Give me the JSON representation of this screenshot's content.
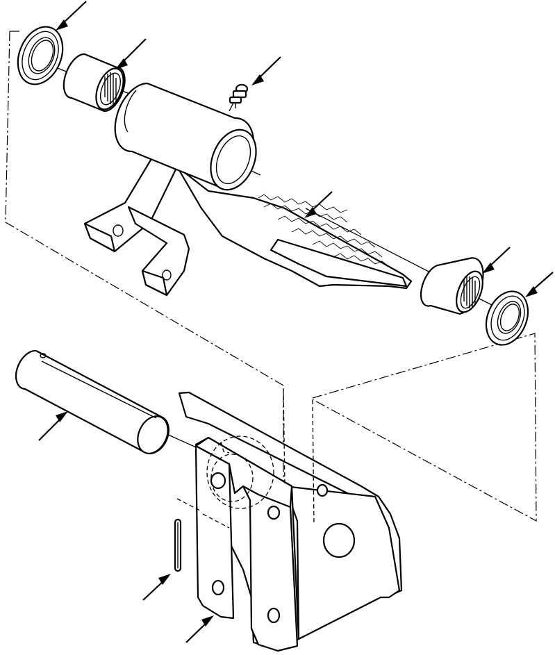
{
  "diagram": {
    "type": "exploded-assembly-line-drawing",
    "parts": [
      {
        "name": "upper-left-seal"
      },
      {
        "name": "upper-left-bearing"
      },
      {
        "name": "grease-fitting"
      },
      {
        "name": "pedal-lever"
      },
      {
        "name": "lower-right-bearing"
      },
      {
        "name": "lower-right-seal"
      },
      {
        "name": "pivot-pin"
      },
      {
        "name": "roll-pin"
      },
      {
        "name": "mounting-bracket"
      }
    ],
    "callout_count": 9
  }
}
